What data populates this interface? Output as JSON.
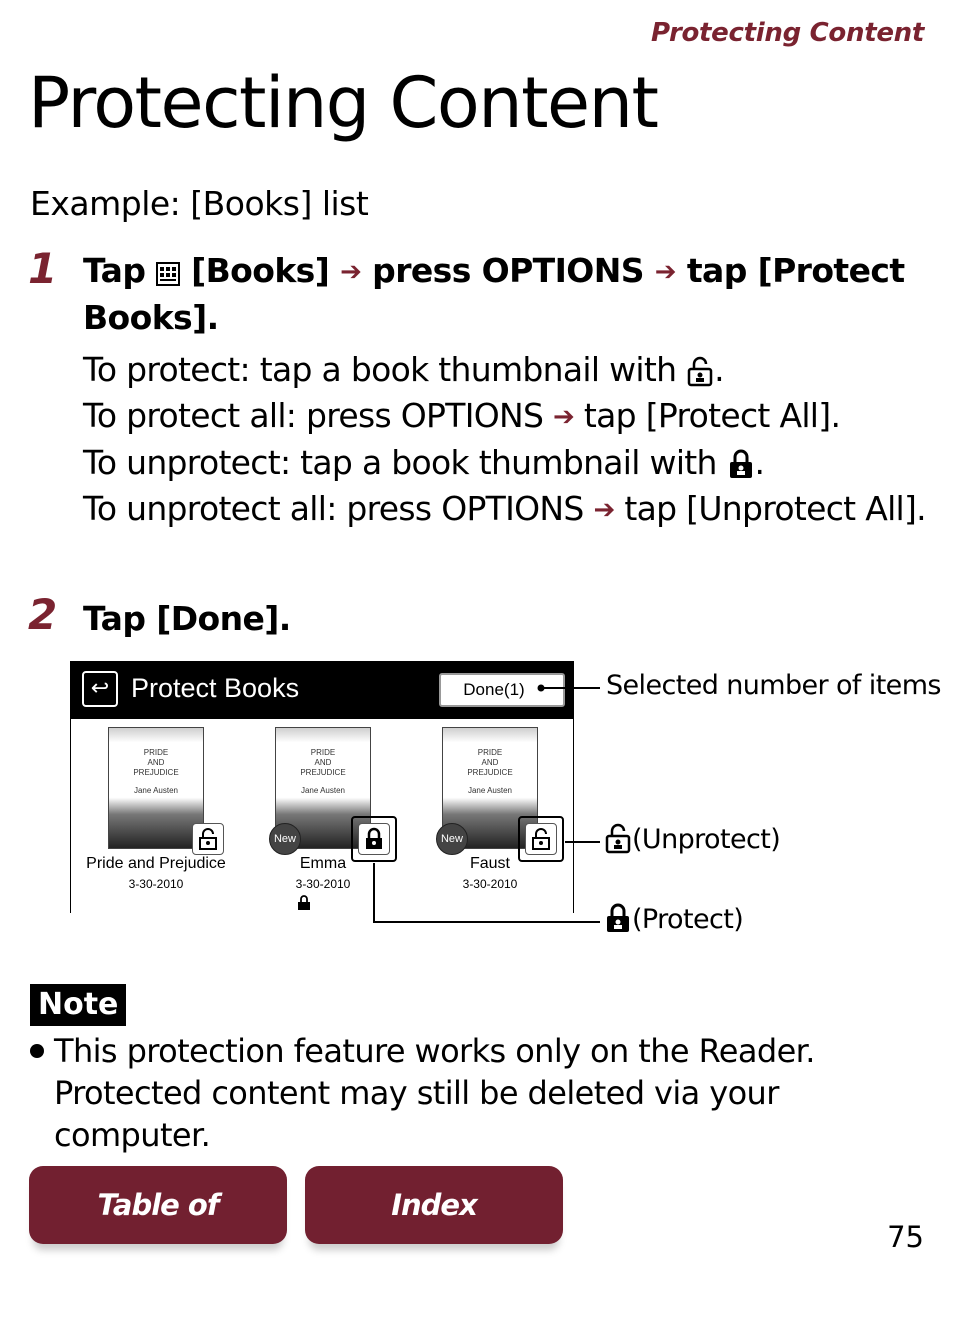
{
  "header": {
    "section": "Protecting Content"
  },
  "page": {
    "title": "Protecting Content",
    "example": "Example: [Books] list",
    "number": "75"
  },
  "step1": {
    "number": "1",
    "head_tap": "Tap",
    "head_books": "[Books]",
    "head_press": "press OPTIONS",
    "head_protect": "tap [Protect Books].",
    "line1": "To protect: tap a book thumbnail with",
    "line2a": "To protect all: press OPTIONS",
    "line2b": "tap [Protect All].",
    "line3": "To unprotect: tap a book thumbnail with",
    "line4a": "To unprotect all: press OPTIONS",
    "line4b": "tap [Unprotect All].",
    "period": "."
  },
  "step2": {
    "number": "2",
    "head": "Tap [Done]."
  },
  "figure": {
    "title": "Protect Books",
    "done_label": "Done(1)",
    "cover_lines": [
      "PRIDE",
      "AND",
      "PREJUDICE",
      "Jane Austen"
    ],
    "books": [
      {
        "title": "Pride and Prejudice",
        "date": "3-30-2010"
      },
      {
        "title": "Emma",
        "date": "3-30-2010"
      },
      {
        "title": "Faust",
        "date": "3-30-2010"
      }
    ],
    "new_badge": "New",
    "callouts": {
      "selected": "Selected number of items",
      "unprotect": "(Unprotect)",
      "protect": "(Protect)"
    }
  },
  "note": {
    "tag": "Note",
    "text": "This protection feature works only on the Reader. Protected content may still be deleted via your computer."
  },
  "nav": {
    "toc": "Table of Contents",
    "index": "Index"
  }
}
